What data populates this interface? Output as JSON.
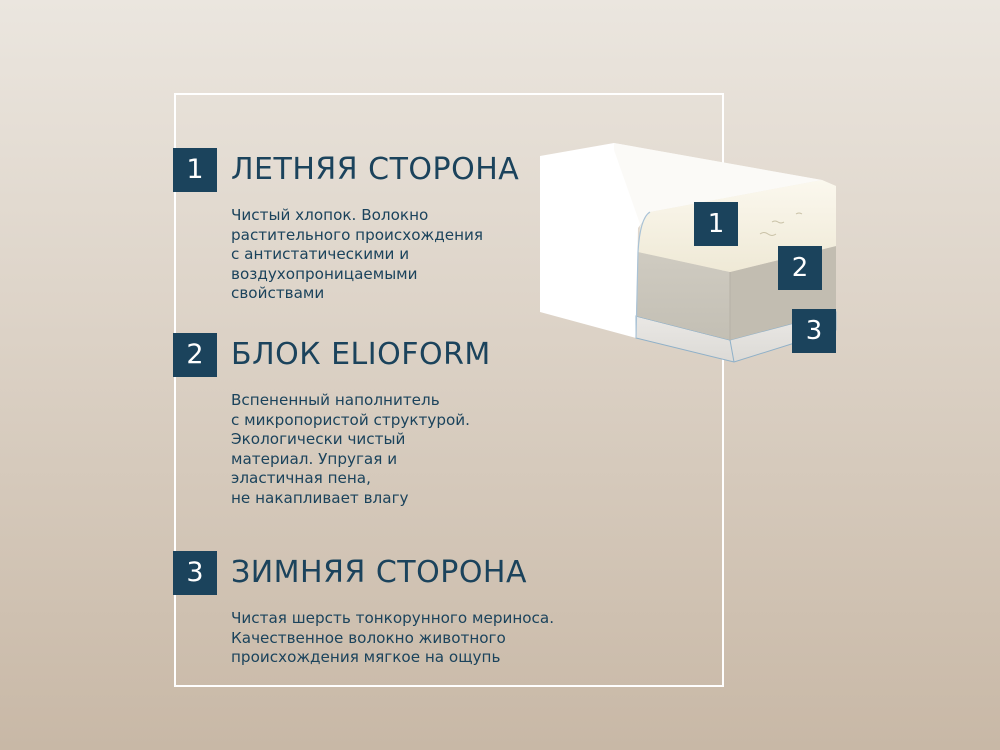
{
  "sections": [
    {
      "number": "1",
      "title": "ЛЕТНЯЯ СТОРОНА",
      "description_lines": [
        "Чистый хлопок. Волокно",
        "растительного происхождения",
        "с антистатическими и",
        "воздухопроницаемыми",
        "свойствами"
      ]
    },
    {
      "number": "2",
      "title": "БЛОК ELIOFORM",
      "description_lines": [
        "Вспененный наполнитель",
        "с микропористой структурой.",
        "Экологически чистый",
        "материал. Упругая и",
        "эластичная пена,",
        "не накапливает влагу"
      ]
    },
    {
      "number": "3",
      "title": "ЗИМНЯЯ СТОРОНА",
      "description_lines": [
        "Чистая шерсть тонкорунного мериноса.",
        "Качественное волокно животного",
        "происхождения мягкое на ощупь"
      ]
    }
  ],
  "mattress_layers": {
    "layer1": "1",
    "layer2": "2",
    "layer3": "3"
  },
  "colors": {
    "accent": "#1b435c",
    "frame": "#ffffff",
    "background_top": "#ebe6df",
    "background_bottom": "#c8b8a6"
  },
  "icons": {
    "mattress": "mattress-cross-section-illustration"
  }
}
